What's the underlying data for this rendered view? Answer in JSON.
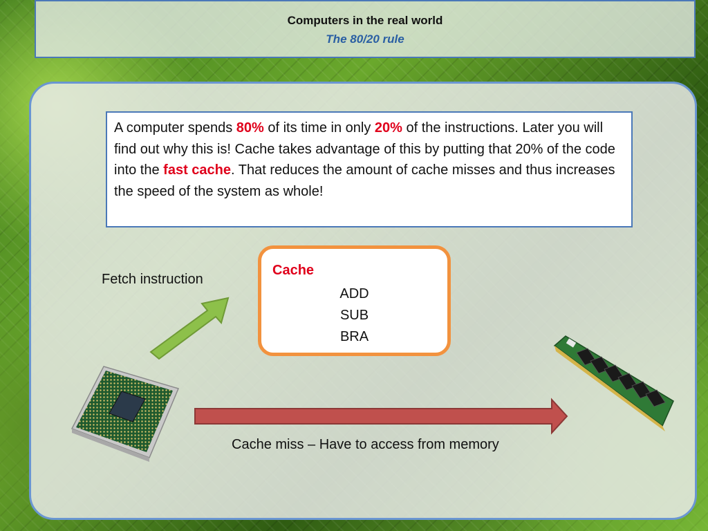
{
  "header": {
    "title": "Computers in the real world",
    "subtitle": "The 80/20 rule"
  },
  "explanation": {
    "part1": "A computer spends ",
    "highlight1": "80%",
    "part2": " of its time in only ",
    "highlight2": "20%",
    "part3": " of the instructions. Later you will find out why this is! Cache takes advantage of this by putting that 20% of the code into the ",
    "highlight3": "fast cache",
    "part4": ". That reduces the amount of cache misses and thus increases the speed of the system as whole!"
  },
  "diagram": {
    "fetch_label": "Fetch instruction",
    "cache_title": "Cache",
    "cache_items": [
      "ADD",
      "SUB",
      "BRA"
    ],
    "miss_label": "Cache miss – Have to access from memory"
  },
  "colors": {
    "highlight": "#e0001b",
    "cache_border": "#f2923e",
    "green_arrow": "#8dc04a",
    "red_arrow": "#c0504d",
    "border_blue": "#4a78b8"
  }
}
